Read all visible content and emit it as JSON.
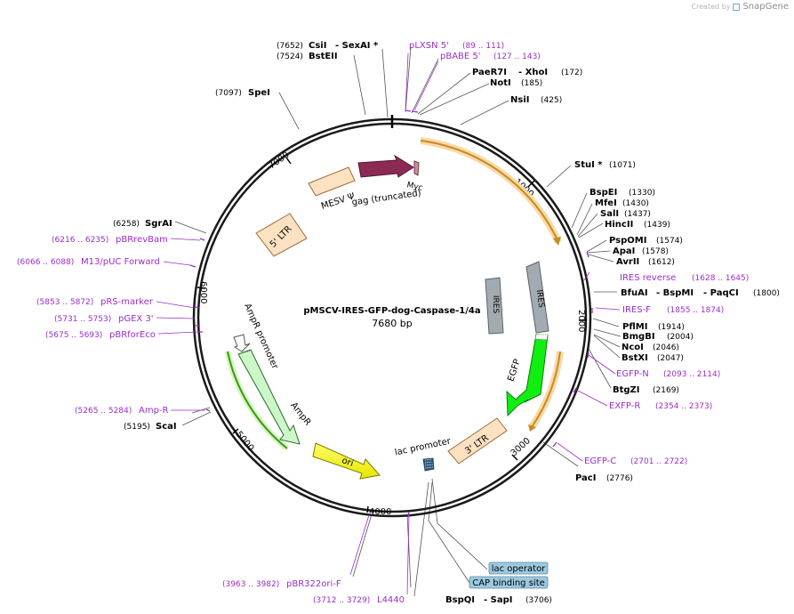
{
  "header": {
    "created_by": "Created by",
    "brand": "SnapGene"
  },
  "plasmid": {
    "name": "pMSCV-IRES-GFP-dog-Caspase-1/4a",
    "size": "7680 bp"
  },
  "colors": {
    "site_purple": "#9a2ec9",
    "backbone": "#1a1a1a"
  },
  "ticks": [
    "1000",
    "2000",
    "3000",
    "4000",
    "5000",
    "6000",
    "7000"
  ],
  "features": {
    "ltr5": "5' LTR",
    "mesv": "MESV Ψ",
    "gag": "gag (truncated)",
    "myc": "Myc",
    "ires_inner": "IRES",
    "ires_outer": "IRES",
    "egfp": "EGFP",
    "ltr3": "3' LTR",
    "lac_promoter": "lac promoter",
    "ori": "ori",
    "ampr": "AmpR",
    "ampr_promoter": "AmpR promoter"
  },
  "boxes": {
    "lac_operator": "lac operator",
    "cap_site": "CAP binding site"
  },
  "sites": {
    "s7652": {
      "pos": "(7652)",
      "name": "CsiI",
      "extra": "- SexAI *"
    },
    "s7524": {
      "pos": "(7524)",
      "name": "BstEII"
    },
    "s7097": {
      "pos": "(7097)",
      "name": "SpeI"
    },
    "plxsn": {
      "name": "pLXSN 5'",
      "range": "(89 .. 111)"
    },
    "pbabe": {
      "name": "pBABE 5'",
      "range": "(127 .. 143)"
    },
    "paer7i": {
      "name": "PaeR7I",
      "extra": "- XhoI",
      "pos": "(172)"
    },
    "noti": {
      "name": "NotI",
      "pos": "(185)"
    },
    "nsii": {
      "name": "NsiI",
      "pos": "(425)"
    },
    "stui": {
      "name": "StuI *",
      "pos": "(1071)"
    },
    "bspei": {
      "name": "BspEI",
      "pos": "(1330)"
    },
    "mfei": {
      "name": "MfeI",
      "pos": "(1430)"
    },
    "sali": {
      "name": "SalI",
      "pos": "(1437)"
    },
    "hincii": {
      "name": "HincII",
      "pos": "(1439)"
    },
    "pspomi": {
      "name": "PspOMI",
      "pos": "(1574)"
    },
    "apai": {
      "name": "ApaI",
      "pos": "(1578)"
    },
    "avrii": {
      "name": "AvrII",
      "pos": "(1612)"
    },
    "ires_rev": {
      "name": "IRES reverse",
      "range": "(1628 .. 1645)"
    },
    "bfuai": {
      "name": "BfuAI",
      "extra1": "- BspMI",
      "extra2": "- PaqCI",
      "pos": "(1800)"
    },
    "ires_f": {
      "name": "IRES-F",
      "range": "(1855 .. 1874)"
    },
    "pflmi": {
      "name": "PflMI",
      "pos": "(1914)"
    },
    "bmgbi": {
      "name": "BmgBI",
      "pos": "(2004)"
    },
    "ncoi": {
      "name": "NcoI",
      "pos": "(2046)"
    },
    "bstxi": {
      "name": "BstXI",
      "pos": "(2047)"
    },
    "egfp_n": {
      "name": "EGFP-N",
      "range": "(2093 .. 2114)"
    },
    "btgzi": {
      "name": "BtgZI",
      "pos": "(2169)"
    },
    "exfp_r": {
      "name": "EXFP-R",
      "range": "(2354 .. 2373)"
    },
    "egfp_c": {
      "name": "EGFP-C",
      "range": "(2701 .. 2722)"
    },
    "paci": {
      "name": "PacI",
      "pos": "(2776)"
    },
    "bspqi": {
      "name": "BspQI",
      "extra": "- SapI",
      "pos": "(3706)"
    },
    "l4440": {
      "name": "L4440",
      "range": "(3712 .. 3729)"
    },
    "pbr322": {
      "name": "pBR322ori-F",
      "range": "(3963 .. 3982)"
    },
    "scai": {
      "name": "ScaI",
      "pos": "(5195)"
    },
    "ampr_p": {
      "name": "Amp-R",
      "range": "(5265 .. 5284)"
    },
    "pbrforeco": {
      "name": "pBRforEco",
      "range": "(5675 .. 5693)"
    },
    "pgex3": {
      "name": "pGEX 3'",
      "range": "(5731 .. 5753)"
    },
    "prs": {
      "name": "pRS-marker",
      "range": "(5853 .. 5872)"
    },
    "m13": {
      "name": "M13/pUC Forward",
      "range": "(6066 .. 6088)"
    },
    "pbrrevbam": {
      "name": "pBRrevBam",
      "range": "(6216 .. 6235)"
    },
    "sgrai": {
      "name": "SgrAI",
      "pos": "(6258)"
    }
  }
}
